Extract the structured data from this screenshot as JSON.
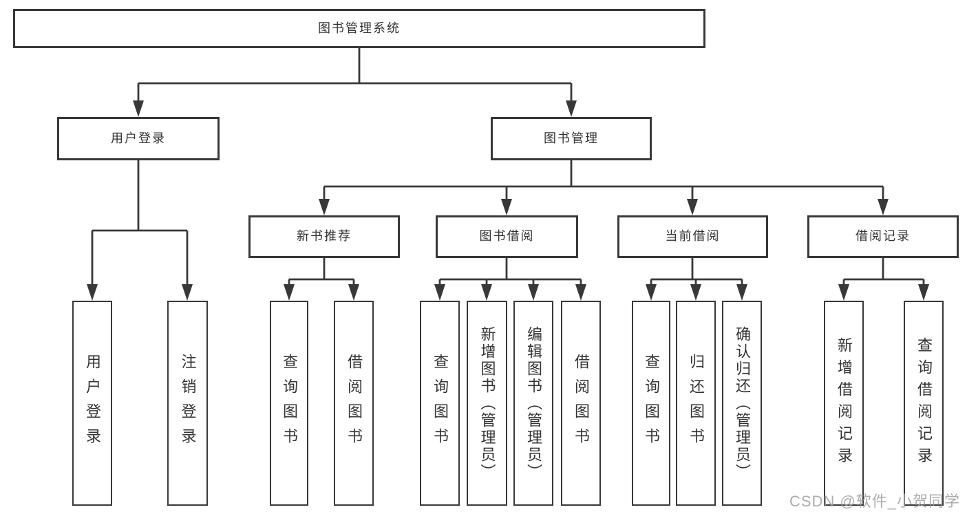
{
  "diagram": {
    "title": "图书管理系统",
    "colors": {
      "line": "#383838",
      "box_border": "#383838",
      "box_background": "#ffffff",
      "text": "#333333",
      "background": "#ffffff",
      "watermark_text": "#9e9e9e"
    },
    "nodes": [
      {
        "id": "root",
        "label": "图书管理系统",
        "parent": null
      },
      {
        "id": "login",
        "label": "用户登录",
        "parent": "root"
      },
      {
        "id": "mgmt",
        "label": "图书管理",
        "parent": "root"
      },
      {
        "id": "login-user",
        "label": "用户登录",
        "parent": "login"
      },
      {
        "id": "login-logout",
        "label": "注销登录",
        "parent": "login"
      },
      {
        "id": "rec",
        "label": "新书推荐",
        "parent": "mgmt"
      },
      {
        "id": "borrow",
        "label": "图书借阅",
        "parent": "mgmt"
      },
      {
        "id": "current",
        "label": "当前借阅",
        "parent": "mgmt"
      },
      {
        "id": "records",
        "label": "借阅记录",
        "parent": "mgmt"
      },
      {
        "id": "rec-query",
        "label": "查询图书",
        "parent": "rec"
      },
      {
        "id": "rec-borrow",
        "label": "借阅图书",
        "parent": "rec"
      },
      {
        "id": "borrow-query",
        "label": "查询图书",
        "parent": "borrow"
      },
      {
        "id": "borrow-add",
        "label": "新增图书（管理员）",
        "parent": "borrow"
      },
      {
        "id": "borrow-edit",
        "label": "编辑图书（管理员）",
        "parent": "borrow"
      },
      {
        "id": "borrow-borrow",
        "label": "借阅图书",
        "parent": "borrow"
      },
      {
        "id": "current-query",
        "label": "查询图书",
        "parent": "current"
      },
      {
        "id": "current-return",
        "label": "归还图书",
        "parent": "current"
      },
      {
        "id": "current-confirm",
        "label": "确认归还（管理员）",
        "parent": "current"
      },
      {
        "id": "records-add",
        "label": "新增借阅记录",
        "parent": "records"
      },
      {
        "id": "records-query",
        "label": "查询借阅记录",
        "parent": "records"
      }
    ],
    "watermark": "CSDN @软件_小贺同学"
  }
}
